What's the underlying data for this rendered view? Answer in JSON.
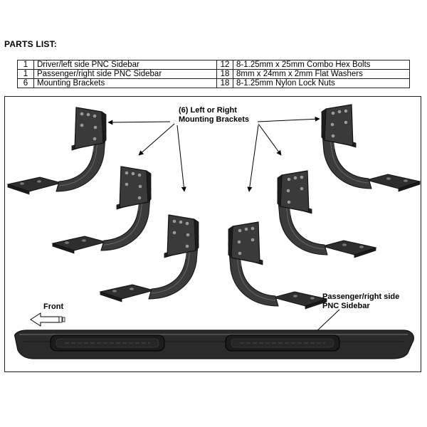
{
  "heading": "PARTS LIST:",
  "parts_list": [
    {
      "qty": "1",
      "desc": "Driver/left side PNC Sidebar",
      "qty2": "12",
      "desc2": "8-1.25mm x 25mm Combo Hex Bolts"
    },
    {
      "qty": "1",
      "desc": "Passenger/right side PNC Sidebar",
      "qty2": "18",
      "desc2": "8mm x 24mm x 2mm Flat Washers"
    },
    {
      "qty": "6",
      "desc": "Mounting Brackets",
      "qty2": "18",
      "desc2": "8-1.25mm Nylon Lock Nuts"
    }
  ],
  "diagram": {
    "brackets_label_line1": "(6) Left or Right",
    "brackets_label_line2": "Mounting Brackets",
    "sidebar_label_line1": "Passenger/right side",
    "sidebar_label_line2": "PNC Sidebar",
    "front_label": "Front"
  },
  "colors": {
    "part_fill": "#3a3a3a",
    "part_edge": "#111111",
    "highlight": "#6a6a6a",
    "line": "#000000"
  }
}
